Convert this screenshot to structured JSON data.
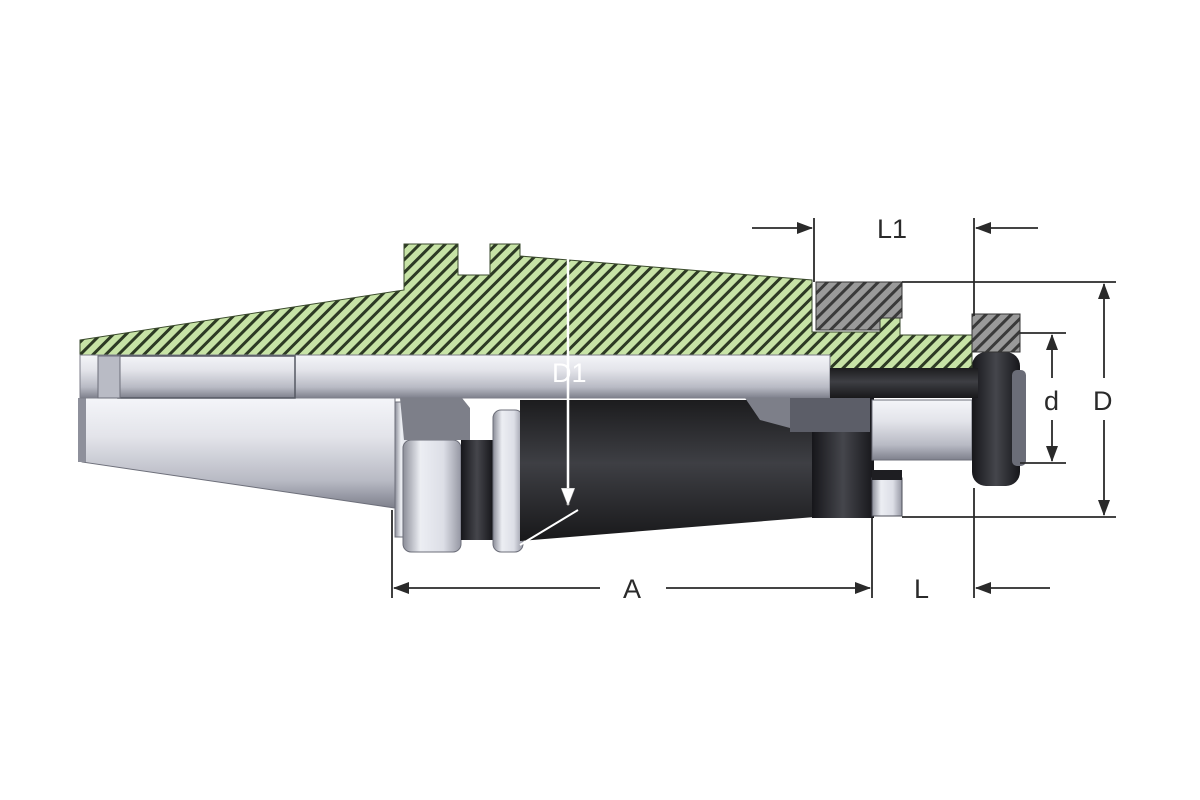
{
  "diagram": {
    "subject": "face-mill-arbor-section",
    "dimensions": {
      "A": "A",
      "L": "L",
      "L1": "L1",
      "D": "D",
      "D1": "D1",
      "d": "d"
    },
    "colors": {
      "section_fill": "#c7e3a6",
      "section_hatch": "#2d3a24",
      "dark_hatch_fill": "#7a7a7a",
      "steel_light": "#e8e9ee",
      "steel_dark": "#2a2a2a",
      "dimension_line": "#2a2a2a"
    }
  }
}
